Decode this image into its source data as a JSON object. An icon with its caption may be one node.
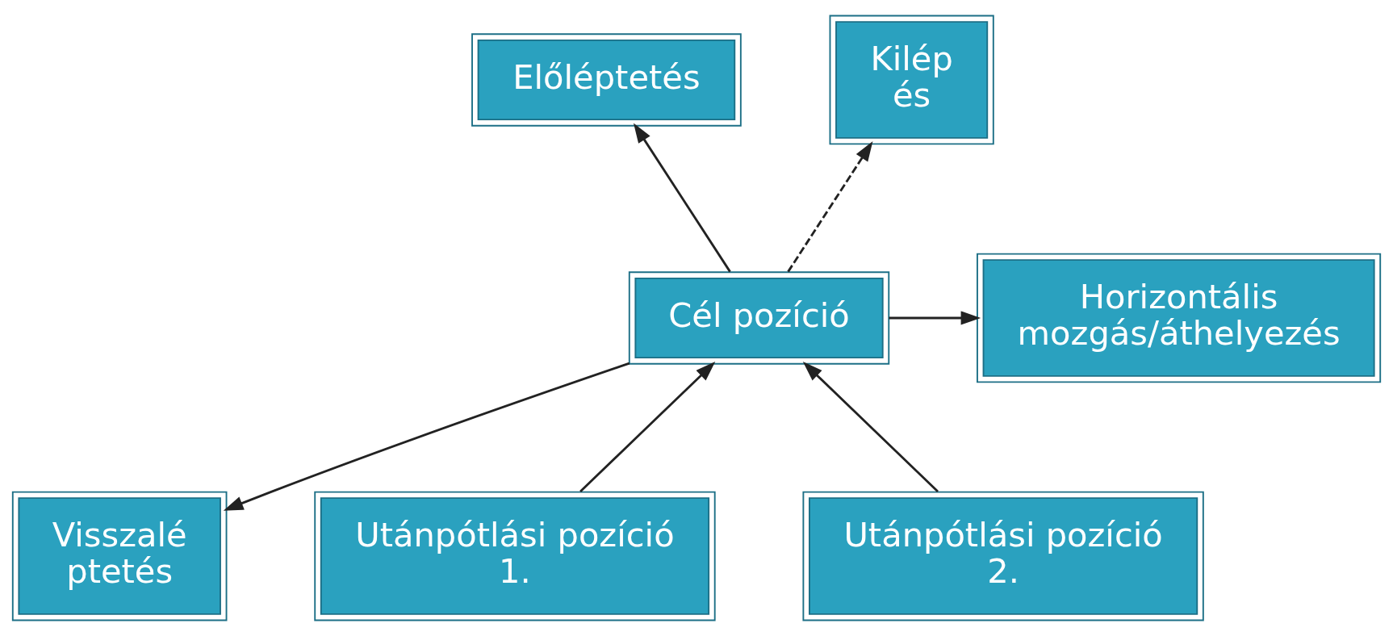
{
  "diagram": {
    "nodes": [
      {
        "text": [
          "Előléptetés"
        ]
      },
      {
        "text": [
          "Cél pozíció"
        ]
      },
      {
        "text": [
          "Kilép és"
        ]
      },
      {
        "text": [
          "Horizontális mozgás/áthelyezés"
        ]
      },
      {
        "text": [
          "Utánpótlási pozíció 1."
        ]
      },
      {
        "text": [
          "Utánpótlási pozíció 2."
        ]
      },
      {
        "text": [
          "Visszalé ptetés"
        ]
      }
    ],
    "edges": [
      {
        "from": 1,
        "to": 0,
        "arrow": "to"
      },
      {
        "from": 1,
        "to": 2,
        "arrow": "to",
        "style": "dashed"
      },
      {
        "from": 1,
        "to": 3,
        "arrow": "to"
      },
      {
        "from": 1,
        "to": 6,
        "arrow": "to"
      },
      {
        "from": 4,
        "to": 1,
        "arrow": "to"
      },
      {
        "from": 5,
        "to": 1,
        "arrow": "to"
      }
    ]
  }
}
